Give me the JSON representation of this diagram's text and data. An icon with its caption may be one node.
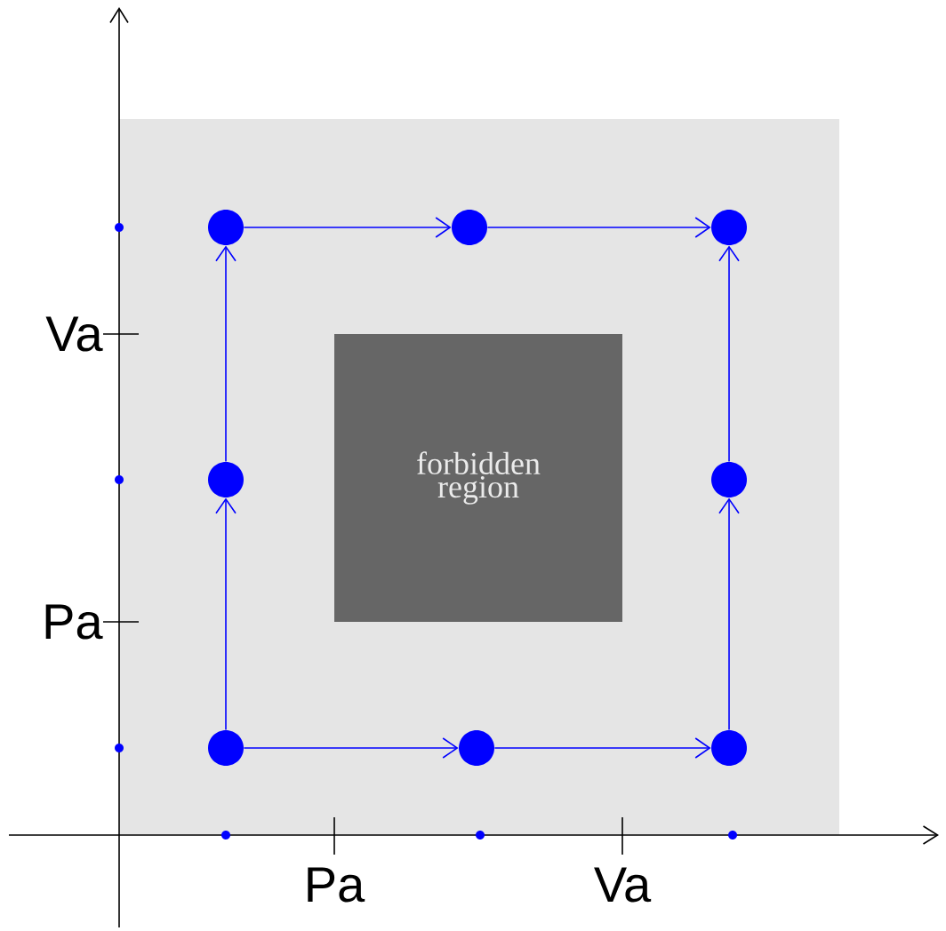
{
  "diagram": {
    "nodes": [
      {
        "text": [],
        "shape": "box"
      },
      {
        "text": [],
        "shape": "circle",
        "in": 0
      },
      {
        "text": [],
        "shape": "circle",
        "in": 0
      },
      {
        "text": [],
        "shape": "circle",
        "in": 0
      },
      {
        "text": [
          "forbidden region"
        ],
        "in": 0
      },
      {
        "text": [],
        "shape": "circle",
        "in": 0
      },
      {
        "text": [],
        "shape": "circle",
        "in": 0
      },
      {
        "text": [],
        "shape": "circle",
        "in": 0
      },
      {
        "text": [],
        "shape": "circle",
        "in": 0
      },
      {
        "text": [],
        "shape": "circle",
        "in": 0
      }
    ],
    "edges": [
      {
        "from": 7,
        "to": 8,
        "arrow": "to"
      },
      {
        "from": 8,
        "to": 9,
        "arrow": "to"
      },
      {
        "from": 9,
        "to": 6,
        "arrow": "to"
      },
      {
        "from": 6,
        "to": 3,
        "arrow": "to"
      },
      {
        "from": 7,
        "to": 5,
        "arrow": "to"
      },
      {
        "from": 5,
        "to": 1,
        "arrow": "to"
      },
      {
        "from": 1,
        "to": 2,
        "arrow": "to"
      },
      {
        "from": 2,
        "to": 3,
        "arrow": "to"
      }
    ],
    "labels": [
      "Va",
      "Pa",
      "Pa",
      "Va"
    ]
  }
}
